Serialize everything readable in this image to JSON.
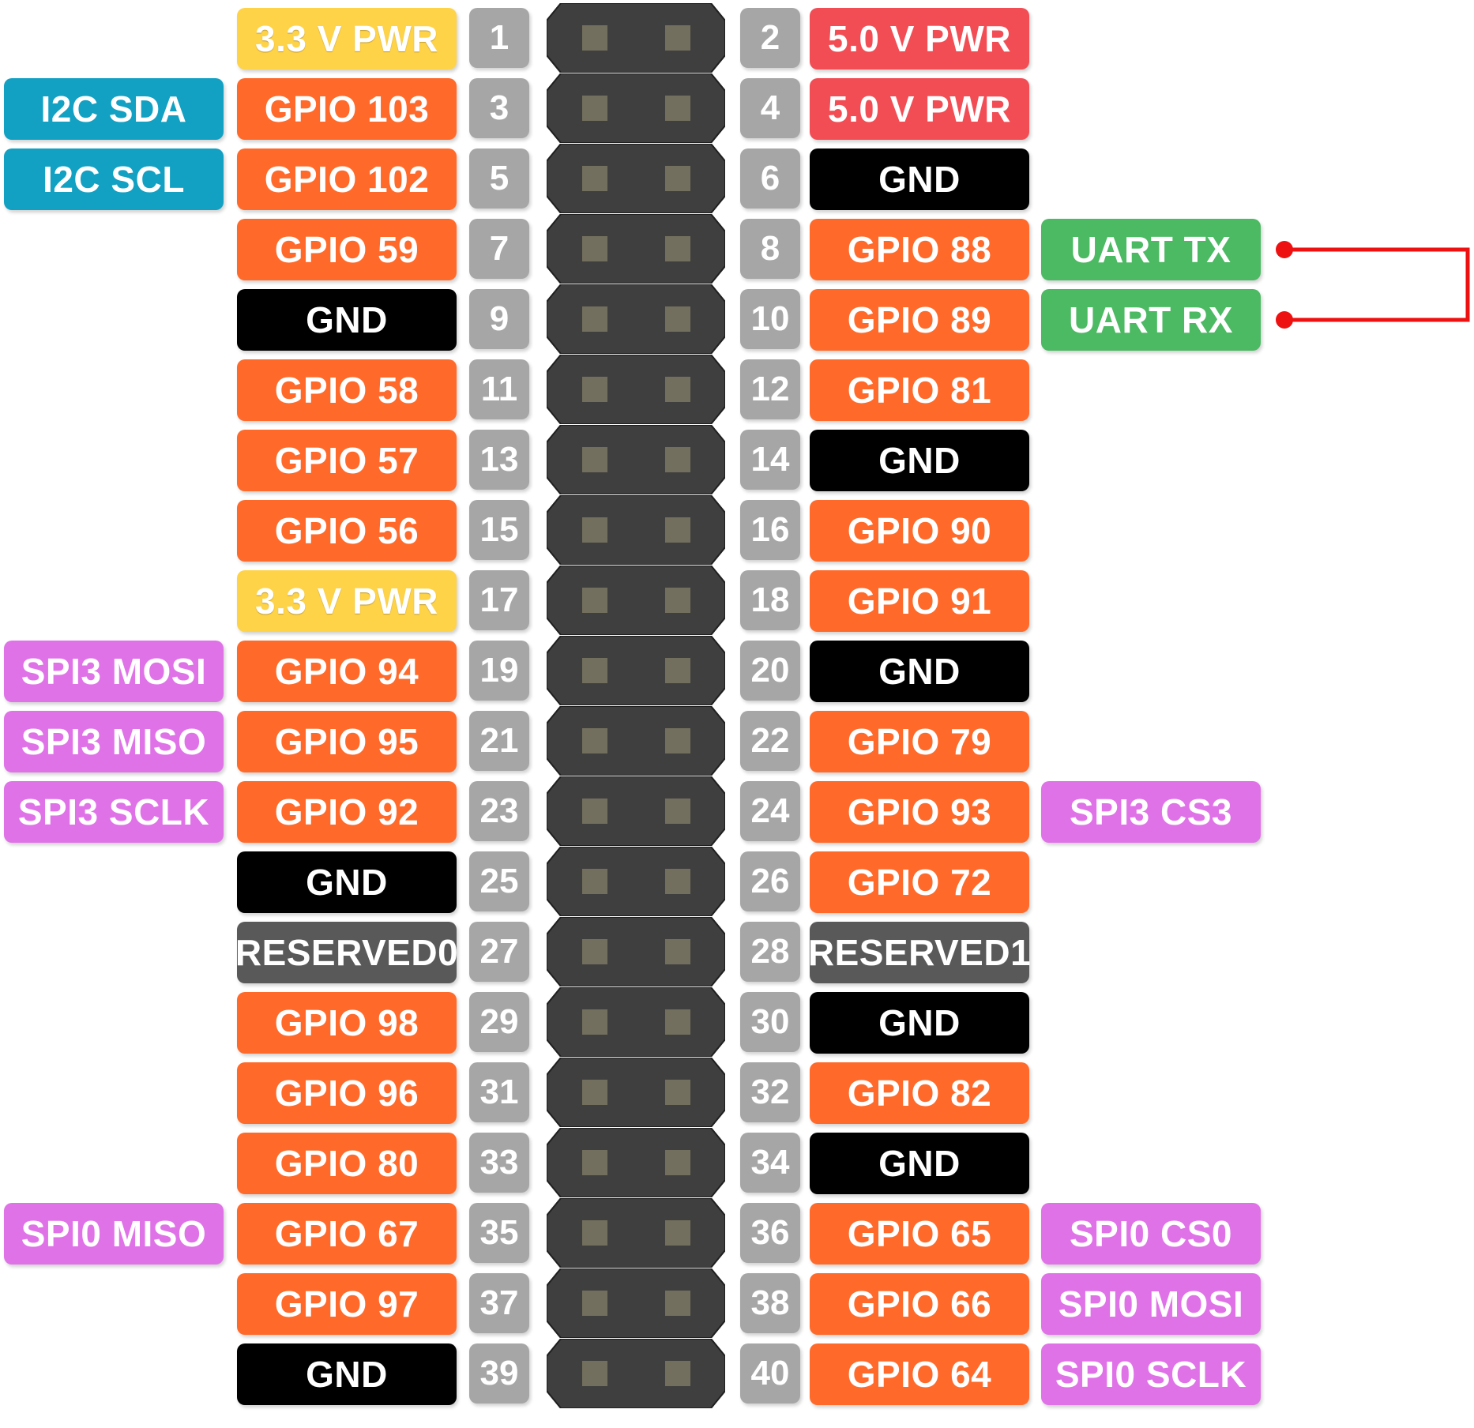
{
  "colors": {
    "gpio": "#ff6a2b",
    "power33": "#ffd347",
    "power50": "#f24d55",
    "gnd": "#000000",
    "reserved": "#595959",
    "pin_number": "#a6a6a6",
    "i2c": "#12a1c3",
    "uart": "#4cb963",
    "spi": "#e072e8",
    "header_body": "#3f3f3f",
    "header_pin": "#736f5e",
    "uart_link": "#ee1111"
  },
  "header": {
    "connector_icon": "40-pin-header",
    "loopback": {
      "from_pin": 8,
      "to_pin": 10,
      "icon": "loopback-wire"
    }
  },
  "rows": [
    {
      "odd_pin": "1",
      "odd_label": "3.3 V PWR",
      "odd_kind": "power33",
      "odd_func": null,
      "even_pin": "2",
      "even_label": "5.0 V PWR",
      "even_kind": "power50",
      "even_func": null
    },
    {
      "odd_pin": "3",
      "odd_label": "GPIO 103",
      "odd_kind": "gpio",
      "odd_func": {
        "text": "I2C SDA",
        "kind": "i2c"
      },
      "even_pin": "4",
      "even_label": "5.0 V PWR",
      "even_kind": "power50",
      "even_func": null
    },
    {
      "odd_pin": "5",
      "odd_label": "GPIO 102",
      "odd_kind": "gpio",
      "odd_func": {
        "text": "I2C SCL",
        "kind": "i2c"
      },
      "even_pin": "6",
      "even_label": "GND",
      "even_kind": "gnd",
      "even_func": null
    },
    {
      "odd_pin": "7",
      "odd_label": "GPIO 59",
      "odd_kind": "gpio",
      "odd_func": null,
      "even_pin": "8",
      "even_label": "GPIO 88",
      "even_kind": "gpio",
      "even_func": {
        "text": "UART TX",
        "kind": "uart"
      }
    },
    {
      "odd_pin": "9",
      "odd_label": "GND",
      "odd_kind": "gnd",
      "odd_func": null,
      "even_pin": "10",
      "even_label": "GPIO 89",
      "even_kind": "gpio",
      "even_func": {
        "text": "UART RX",
        "kind": "uart"
      }
    },
    {
      "odd_pin": "11",
      "odd_label": "GPIO 58",
      "odd_kind": "gpio",
      "odd_func": null,
      "even_pin": "12",
      "even_label": "GPIO 81",
      "even_kind": "gpio",
      "even_func": null
    },
    {
      "odd_pin": "13",
      "odd_label": "GPIO 57",
      "odd_kind": "gpio",
      "odd_func": null,
      "even_pin": "14",
      "even_label": "GND",
      "even_kind": "gnd",
      "even_func": null
    },
    {
      "odd_pin": "15",
      "odd_label": "GPIO 56",
      "odd_kind": "gpio",
      "odd_func": null,
      "even_pin": "16",
      "even_label": "GPIO 90",
      "even_kind": "gpio",
      "even_func": null
    },
    {
      "odd_pin": "17",
      "odd_label": "3.3 V PWR",
      "odd_kind": "power33",
      "odd_func": null,
      "even_pin": "18",
      "even_label": "GPIO 91",
      "even_kind": "gpio",
      "even_func": null
    },
    {
      "odd_pin": "19",
      "odd_label": "GPIO 94",
      "odd_kind": "gpio",
      "odd_func": {
        "text": "SPI3 MOSI",
        "kind": "spi"
      },
      "even_pin": "20",
      "even_label": "GND",
      "even_kind": "gnd",
      "even_func": null
    },
    {
      "odd_pin": "21",
      "odd_label": "GPIO 95",
      "odd_kind": "gpio",
      "odd_func": {
        "text": "SPI3 MISO",
        "kind": "spi"
      },
      "even_pin": "22",
      "even_label": "GPIO 79",
      "even_kind": "gpio",
      "even_func": null
    },
    {
      "odd_pin": "23",
      "odd_label": "GPIO 92",
      "odd_kind": "gpio",
      "odd_func": {
        "text": "SPI3 SCLK",
        "kind": "spi"
      },
      "even_pin": "24",
      "even_label": "GPIO 93",
      "even_kind": "gpio",
      "even_func": {
        "text": "SPI3 CS3",
        "kind": "spi"
      }
    },
    {
      "odd_pin": "25",
      "odd_label": "GND",
      "odd_kind": "gnd",
      "odd_func": null,
      "even_pin": "26",
      "even_label": "GPIO 72",
      "even_kind": "gpio",
      "even_func": null
    },
    {
      "odd_pin": "27",
      "odd_label": "RESERVED0",
      "odd_kind": "reserved",
      "odd_func": null,
      "even_pin": "28",
      "even_label": "RESERVED1",
      "even_kind": "reserved",
      "even_func": null
    },
    {
      "odd_pin": "29",
      "odd_label": "GPIO 98",
      "odd_kind": "gpio",
      "odd_func": null,
      "even_pin": "30",
      "even_label": "GND",
      "even_kind": "gnd",
      "even_func": null
    },
    {
      "odd_pin": "31",
      "odd_label": "GPIO 96",
      "odd_kind": "gpio",
      "odd_func": null,
      "even_pin": "32",
      "even_label": "GPIO 82",
      "even_kind": "gpio",
      "even_func": null
    },
    {
      "odd_pin": "33",
      "odd_label": "GPIO 80",
      "odd_kind": "gpio",
      "odd_func": null,
      "even_pin": "34",
      "even_label": "GND",
      "even_kind": "gnd",
      "even_func": null
    },
    {
      "odd_pin": "35",
      "odd_label": "GPIO 67",
      "odd_kind": "gpio",
      "odd_func": {
        "text": "SPI0 MISO",
        "kind": "spi"
      },
      "even_pin": "36",
      "even_label": "GPIO 65",
      "even_kind": "gpio",
      "even_func": {
        "text": "SPI0 CS0",
        "kind": "spi"
      }
    },
    {
      "odd_pin": "37",
      "odd_label": "GPIO 97",
      "odd_kind": "gpio",
      "odd_func": null,
      "even_pin": "38",
      "even_label": "GPIO 66",
      "even_kind": "gpio",
      "even_func": {
        "text": "SPI0 MOSI",
        "kind": "spi"
      }
    },
    {
      "odd_pin": "39",
      "odd_label": "GND",
      "odd_kind": "gnd",
      "odd_func": null,
      "even_pin": "40",
      "even_label": "GPIO 64",
      "even_kind": "gpio",
      "even_func": {
        "text": "SPI0 SCLK",
        "kind": "spi"
      }
    }
  ]
}
